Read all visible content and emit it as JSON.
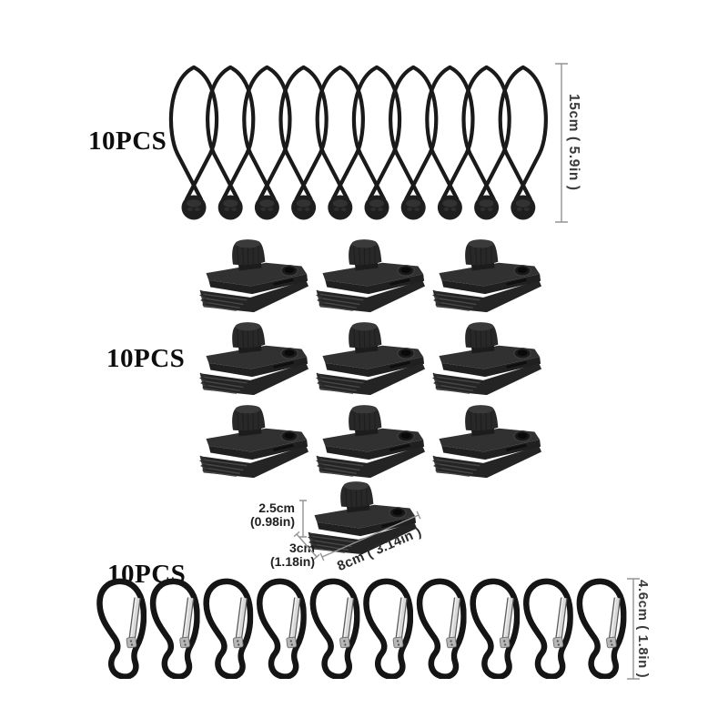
{
  "product_kit": {
    "background": "#ffffff",
    "sections": [
      {
        "id": "ball-bungees",
        "item": "ball-bungee-cord",
        "label": "10PCS",
        "count": 10,
        "dimension_label": "15cm ( 5.9in )"
      },
      {
        "id": "tarp-clips",
        "item": "tarp-clip",
        "label": "10PCS",
        "count": 10,
        "dimensions": {
          "height": "2.5cm",
          "height_in": "(0.98in)",
          "width": "3cm",
          "width_in": "(1.18in)",
          "length": "8cm ( 3.14in )"
        }
      },
      {
        "id": "carabiners",
        "item": "carabiner",
        "label": "10PCS",
        "count": 10,
        "dimension_label": "4.6cm ( 1.8in )"
      }
    ],
    "colors": {
      "item_black": "#1a1a1a",
      "clip_charcoal": "#2b2b2b",
      "gate_silver": "#d9d9d9",
      "dimension_line": "#939393",
      "dimension_text": "#3a3a3a",
      "label_text": "#0d0d0d"
    }
  }
}
